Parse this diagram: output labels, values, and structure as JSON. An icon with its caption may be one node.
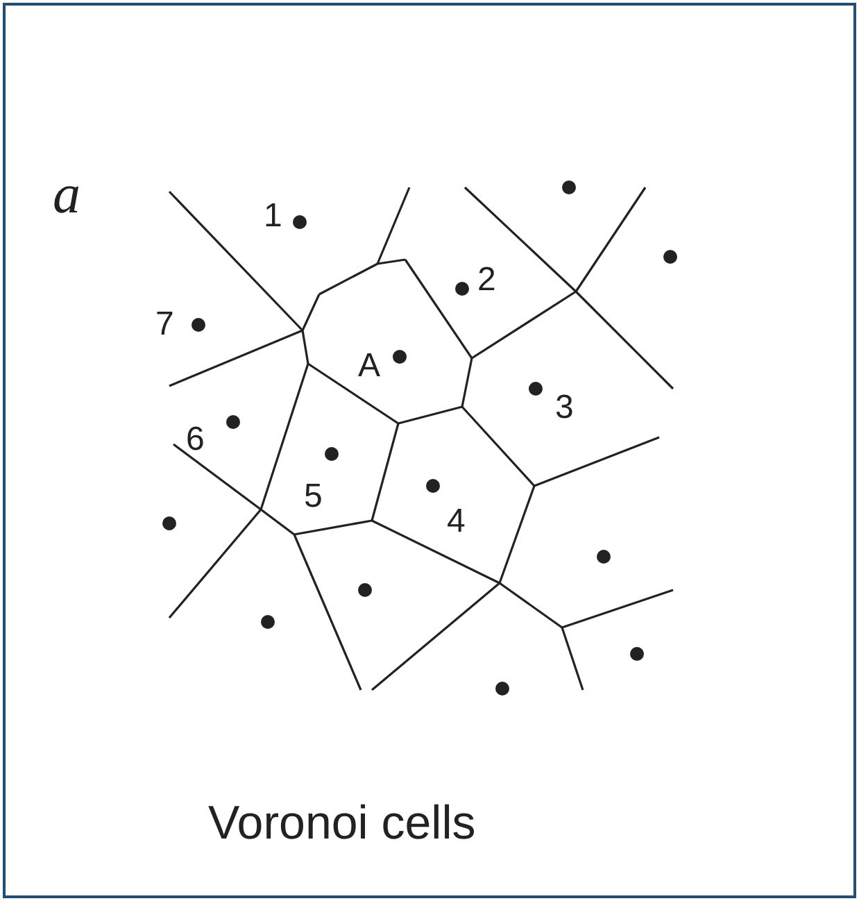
{
  "diagram": {
    "caption": "Voronoi cells",
    "labels": [
      "a",
      "1",
      "2",
      "7",
      "A",
      "3",
      "6",
      "5",
      "4"
    ]
  }
}
